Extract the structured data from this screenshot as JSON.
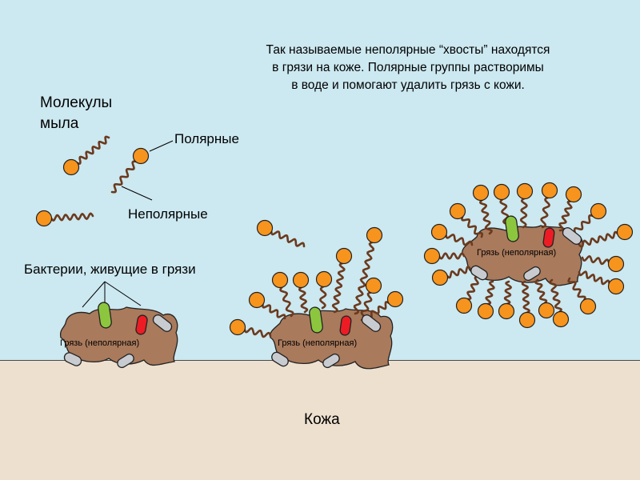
{
  "caption": "Так называемые неполярные “хвосты” находятся\nв грязи на коже. Полярные группы растворимы\nв воде и помогают удалить грязь с кожи.",
  "soap_title": "Молекулы\nмыла",
  "polar_label": "Полярные",
  "nonpolar_label": "Неполярные",
  "bacteria_label": "Бактерии, живущие в грязи",
  "dirt_label": "Грязь (неполярная)",
  "skin_label": "Кожа",
  "colors": {
    "water": "#cce8f0",
    "skin": "#ede0cf",
    "dirt": "#a97a5c",
    "head": "#f7941d",
    "tail": "#6b3a1e",
    "bacteria_green": "#8cc63f",
    "bacteria_red": "#ed1c24",
    "bacteria_gray": "#c8ccd0"
  }
}
